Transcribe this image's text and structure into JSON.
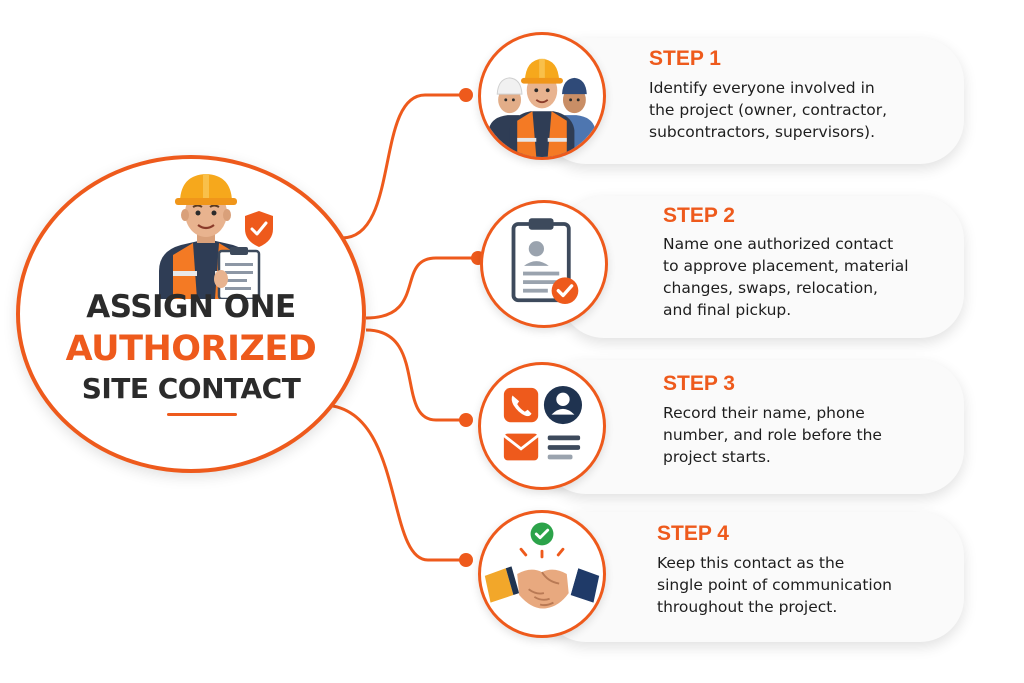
{
  "hub": {
    "line1": "ASSIGN ONE",
    "line2": "AUTHORIZED",
    "line3": "SITE CONTACT",
    "icon": "construction-worker-with-clipboard-icon"
  },
  "steps": [
    {
      "title": "STEP 1",
      "lines": [
        "Identify everyone involved in",
        "the project (owner, contractor,",
        "subcontractors, supervisors)."
      ],
      "icon": "worker-team-icon"
    },
    {
      "title": "STEP 2",
      "lines": [
        "Name one authorized contact",
        "to approve placement, material",
        "changes, swaps, relocation,",
        "and final pickup."
      ],
      "icon": "clipboard-check-icon"
    },
    {
      "title": "STEP 3",
      "lines": [
        "Record their name, phone",
        "number, and role before the",
        "project starts."
      ],
      "icon": "contact-details-icon"
    },
    {
      "title": "STEP 4",
      "lines": [
        "Keep this contact as the",
        "single point of communication",
        "throughout the project."
      ],
      "icon": "handshake-icon"
    }
  ],
  "colors": {
    "accent": "#ee5a1c",
    "text": "#1e1e1e",
    "card": "#fafafa",
    "check_green": "#2ca34a"
  }
}
